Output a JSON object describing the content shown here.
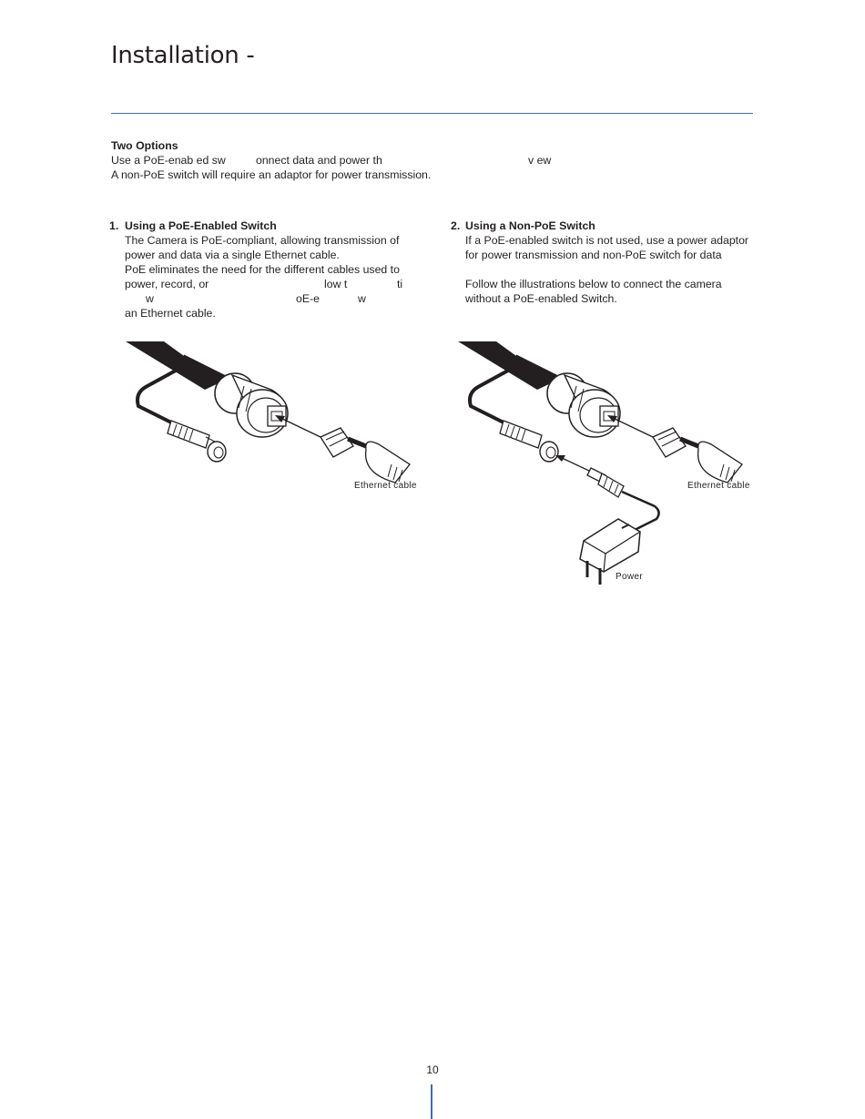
{
  "page": {
    "title": "Installation -",
    "page_number": "10",
    "accent_color": "#3a6db5"
  },
  "intro": {
    "heading": "Two Options",
    "line1_a": "Use a PoE-enab ed sw",
    "line1_b": "onnect data and power th",
    "line1_c": "v ew",
    "line2": "A non-PoE switch will require an adaptor for power transmission."
  },
  "option1": {
    "number": "1.",
    "heading": "Using a PoE-Enabled Switch",
    "line1": "The Camera is PoE-compliant, allowing transmission of",
    "line2": "power and data via a single Ethernet cable.",
    "line3": "PoE eliminates the need for the different cables used to",
    "line4_a": "power, record, or",
    "line4_b": "low t",
    "line4_c": "ti",
    "line5_a": "w",
    "line5_b": "oE-e",
    "line5_c": "w",
    "line6": "an Ethernet cable.",
    "caption_ethernet": "Ethernet cable"
  },
  "option2": {
    "number": "2.",
    "heading": "Using a Non-PoE Switch",
    "line1": "If a PoE-enabled switch is not used, use a power adaptor",
    "line2": "for power transmission and non-PoE switch for data",
    "line3": "Follow the illustrations below to connect the camera",
    "line4": "without a PoE-enabled Switch.",
    "caption_ethernet": "Ethernet cable",
    "caption_power": "Power"
  }
}
